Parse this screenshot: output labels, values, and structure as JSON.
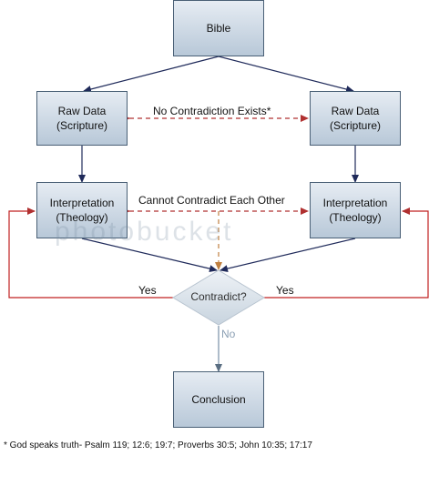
{
  "nodes": {
    "bible": "Bible",
    "raw_data_left": "Raw Data\n(Scripture)",
    "raw_data_right": "Raw Data\n(Scripture)",
    "interpretation_left": "Interpretation\n(Theology)",
    "interpretation_right": "Interpretation\n(Theology)",
    "decision": "Contradict?",
    "conclusion": "Conclusion"
  },
  "edge_labels": {
    "no_contradiction": "No Contradiction Exists*",
    "cannot_contradict": "Cannot Contradict Each Other",
    "yes_left": "Yes",
    "yes_right": "Yes",
    "no": "No"
  },
  "footnote": "* God speaks truth- Psalm 119; 12:6; 19:7; Proverbs 30:5; John 10:35; 17:17",
  "watermark": "photobucket",
  "colors": {
    "node_fill_top": "#e6ecf3",
    "node_fill_bottom": "#b8c8d8",
    "node_border": "#4a6076",
    "arrow_dark": "#1f2a5a",
    "dashed_red": "#b03030",
    "dashed_orange": "#c08040",
    "feedback_red": "#c02020",
    "no_line": "#8ca0b4"
  }
}
